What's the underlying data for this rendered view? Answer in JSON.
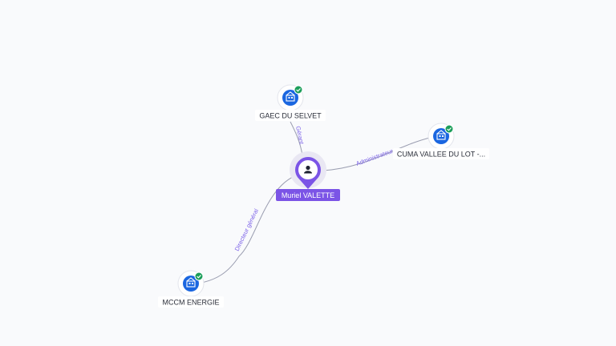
{
  "graph": {
    "person": {
      "name": "Muriel VALETTE",
      "icon": "person-icon",
      "color": "#7b54e6"
    },
    "companies": [
      {
        "id": "gaec",
        "name": "GAEC DU SELVET",
        "icon": "building-icon",
        "status_icon": "check-icon",
        "role": "Gérant"
      },
      {
        "id": "cuma",
        "name": "CUMA VALLEE DU LOT -...",
        "icon": "building-icon",
        "status_icon": "check-icon",
        "role": "Administrateur"
      },
      {
        "id": "mccm",
        "name": "MCCM ENERGIE",
        "icon": "building-icon",
        "status_icon": "check-icon",
        "role": "Directeur général"
      }
    ],
    "colors": {
      "company": "#1a66e0",
      "verified": "#1c9e5a",
      "edge": "#9a9db0",
      "edge_label": "#7b61e8"
    }
  }
}
